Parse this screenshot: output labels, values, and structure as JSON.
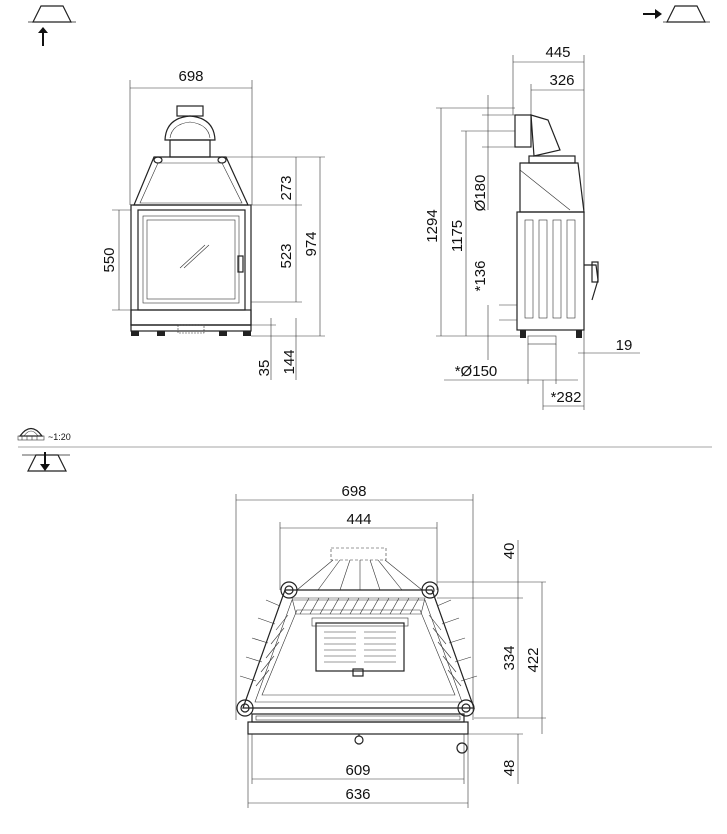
{
  "scale_label": "~1:20",
  "front_view": {
    "width": "698",
    "top_height": "273",
    "door_height": "550",
    "glass_height": "523",
    "total_height": "974",
    "foot_height": "35",
    "base_height": "144"
  },
  "side_view": {
    "depth": "445",
    "depth_top": "326",
    "total_height": "1294",
    "flue_height": "1175",
    "flue_diameter": "Ø180",
    "air_height": "*136",
    "air_diameter": "*Ø150",
    "air_offset": "*282",
    "foot_offset": "19"
  },
  "plan_view": {
    "width": "698",
    "flue_width": "444",
    "flue_offset": "40",
    "inner_depth": "334",
    "depth": "422",
    "front_depth": "48",
    "inner_width": "609",
    "outer_width": "636"
  },
  "icons": {
    "front": "front-view-icon",
    "side": "side-view-icon",
    "top": "top-view-icon",
    "scale": "scale-ruler-icon"
  }
}
